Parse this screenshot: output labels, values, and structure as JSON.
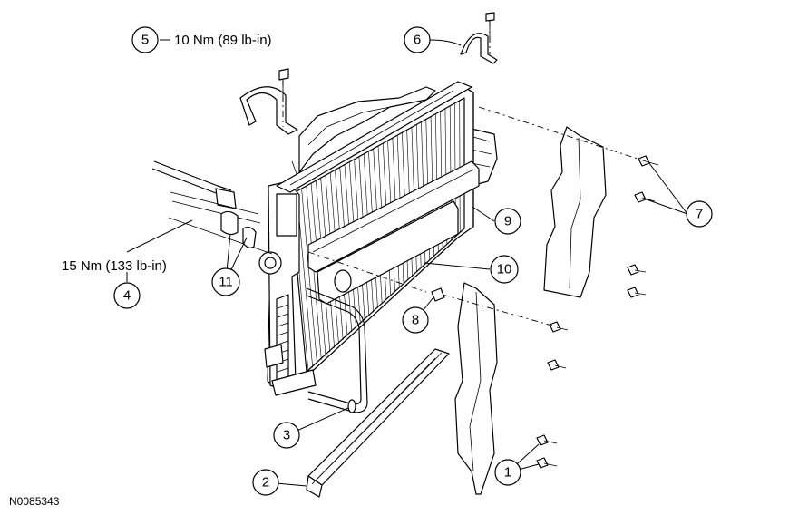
{
  "figure_id": "N0085343",
  "callouts": [
    {
      "number": "1"
    },
    {
      "number": "2"
    },
    {
      "number": "3"
    },
    {
      "number": "4",
      "torque": "15 Nm (133 lb-in)"
    },
    {
      "number": "5",
      "torque": "10 Nm (89 lb-in)"
    },
    {
      "number": "6"
    },
    {
      "number": "7"
    },
    {
      "number": "8"
    },
    {
      "number": "9"
    },
    {
      "number": "10"
    },
    {
      "number": "11"
    }
  ]
}
